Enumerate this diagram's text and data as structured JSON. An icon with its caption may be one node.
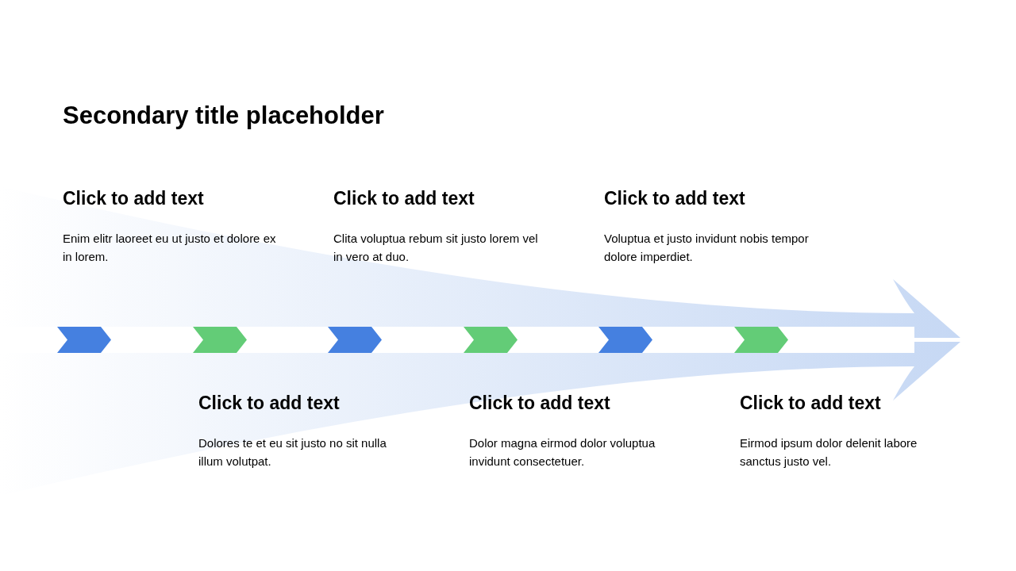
{
  "diagram": {
    "title": "Secondary title placeholder",
    "labels": [
      "Click to add text",
      "Enim elitr laoreet eu ut justo et dolore ex in lorem.",
      "Click to add text",
      "Clita voluptua rebum sit justo lorem vel in vero at duo.",
      "Click to add text",
      "Voluptua et justo invidunt nobis tempor dolore imperdiet.",
      "Click to add text",
      "Dolores te et eu sit justo no sit nulla illum volutpat.",
      "Click to add text",
      "Dolor magna eirmod dolor voluptua invidunt consectetuer.",
      "Click to add text",
      "Eirmod ipsum dolor delenit labore sanctus justo vel."
    ]
  }
}
